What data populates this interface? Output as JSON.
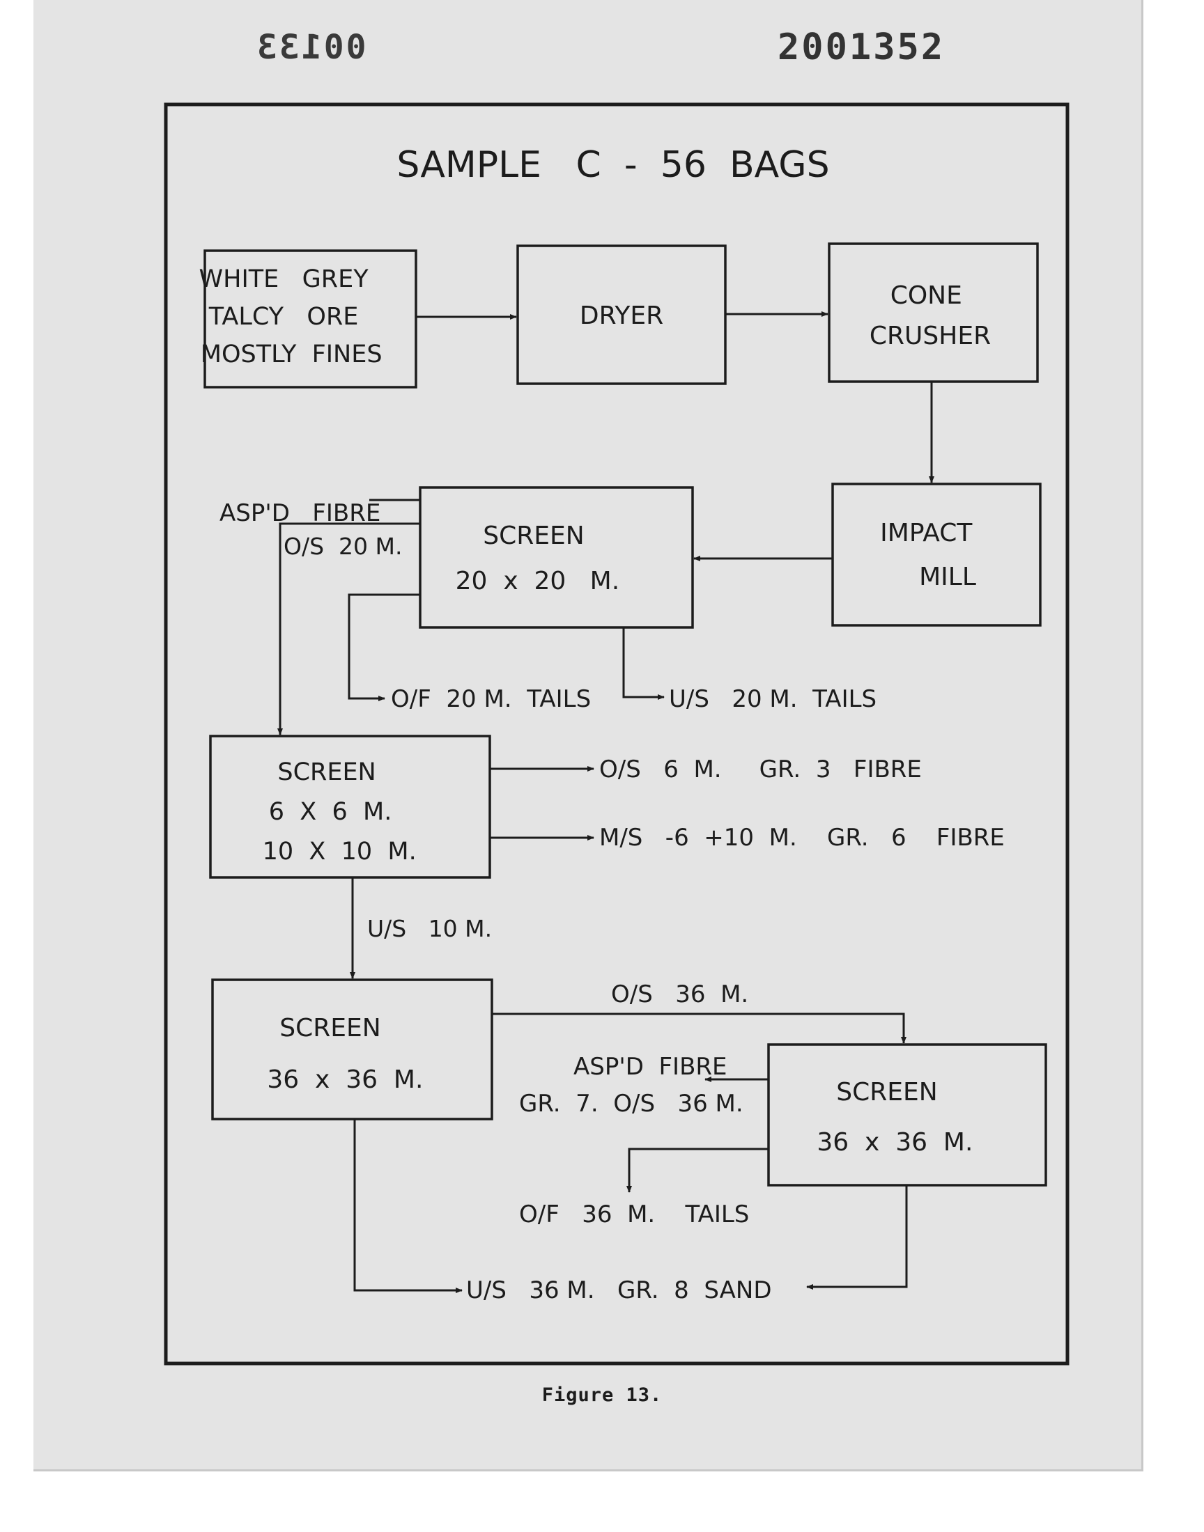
{
  "stamps": {
    "left": "00133",
    "right": "2001352"
  },
  "title": "SAMPLE   C  -  56  BAGS",
  "boxes": {
    "feed": [
      "WHITE   GREY",
      "TALCY   ORE",
      "MOSTLY  FINES"
    ],
    "dryer": [
      "DRYER"
    ],
    "cone_crusher": [
      "CONE",
      "CRUSHER"
    ],
    "impact_mill": [
      "IMPACT",
      "MILL"
    ],
    "screen_20": [
      "SCREEN",
      "20  x  20   M."
    ],
    "screen_6_10": [
      "SCREEN",
      "6  X  6  M.",
      "10  X  10  M."
    ],
    "screen_36_a": [
      "SCREEN",
      "36  x  36  M."
    ],
    "screen_36_b": [
      "SCREEN",
      "36  x  36  M."
    ]
  },
  "labels": {
    "aspd_fibre_top": "ASP'D   FIBRE",
    "os_20m": "O/S  20 M.",
    "of_20m_tails": "O/F  20 M.  TAILS",
    "us_20m_tails": "U/S   20 M.  TAILS",
    "os_6m": "O/S   6  M.     GR.  3   FIBRE",
    "ms_6_10": "M/S   -6  +10  M.    GR.   6    FIBRE",
    "us_10m": "U/S   10 M.",
    "os_36m": "O/S   36  M.",
    "aspd_fibre_bottom": "ASP'D  FIBRE",
    "gr7_os_36m": "GR.  7.  O/S   36 M.",
    "of_36m_tails": "O/F   36  M.    TAILS",
    "us_36m_sand": "U/S   36 M.   GR.  8  SAND"
  },
  "caption": "Figure 13."
}
